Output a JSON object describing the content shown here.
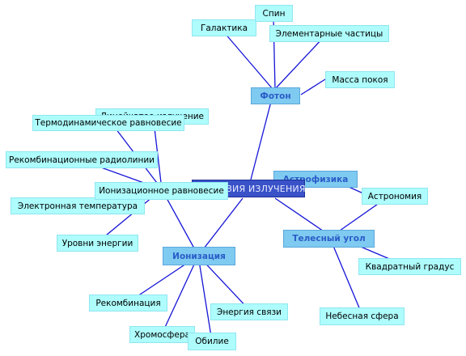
{
  "center": {
    "label": "ДИФФУЗИЯ ИЗЛУЧЕНИЯ"
  },
  "branches": {
    "foton": "Фотон",
    "astrofizika": "Астрофизика",
    "telesny_ugol": "Телесный угол",
    "ionizaciya": "Ионизация"
  },
  "leaves": {
    "galaktika": "Галактика",
    "spin": "Спин",
    "elementarnye": "Элементарные частицы",
    "massa_pokoya": "Масса покоя",
    "lineychatoe": "Линейчатое излучение",
    "termodin": "Термодинамическое равновесие",
    "rekomb_radio": "Рекомбинационные радиолинии",
    "ioniz_ravnov": "Ионизационное равновесие",
    "elektr_temp": "Электронная температура",
    "urovni": "Уровни энергии",
    "astronomiya": "Астрономия",
    "kvadratny": "Квадратный градус",
    "nebesnaya": "Небесная сфера",
    "rekombinaciya": "Рекомбинация",
    "energiya_svyazi": "Энергия связи",
    "hromosfera": "Хромосфера",
    "obilie": "Обилие"
  },
  "colors": {
    "leaf_fill": "#aefcfc",
    "branch_fill": "#7fcaf0",
    "branch_text": "#2a5cc8",
    "center_fill": "#3a52c8",
    "center_text": "#e8ecff",
    "link": "#1515d8"
  }
}
